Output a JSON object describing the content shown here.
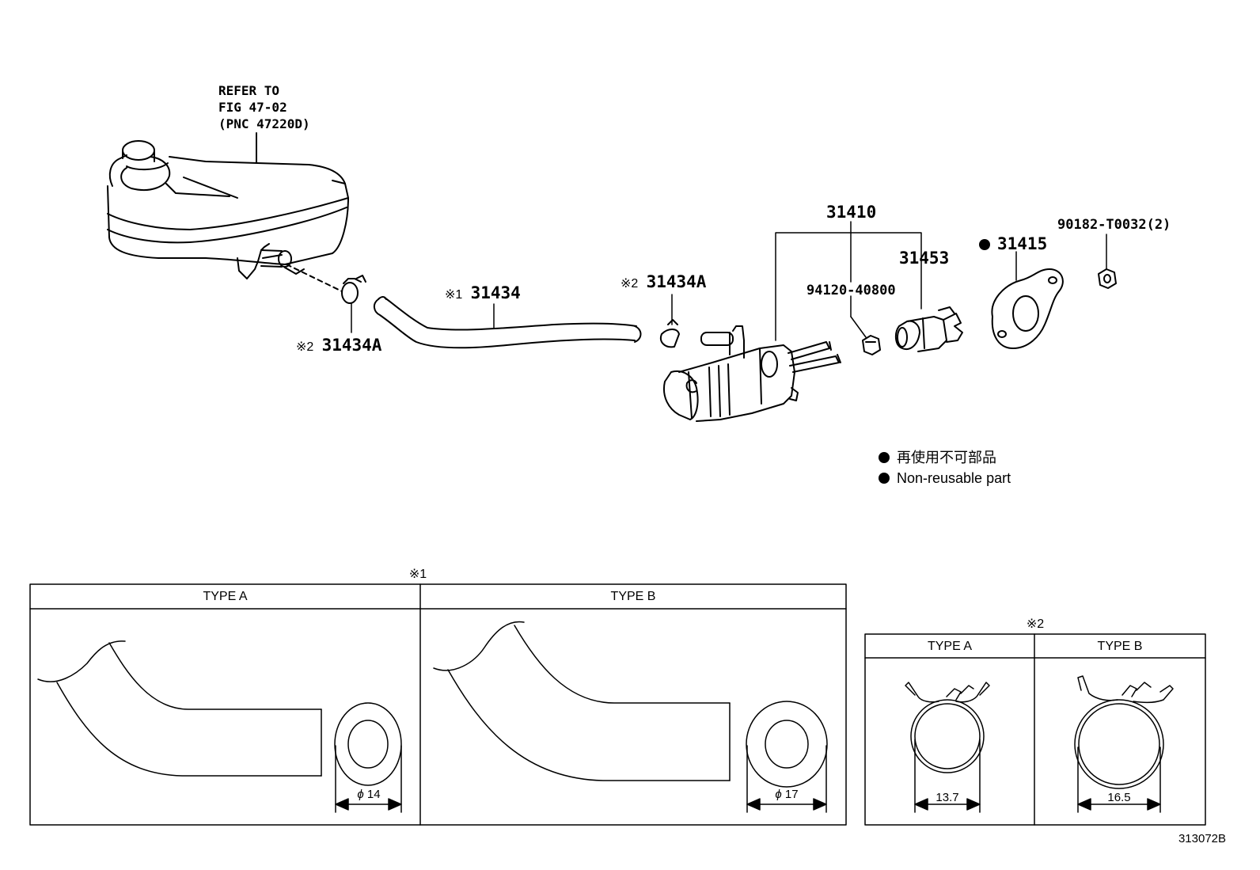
{
  "reference_note": [
    "REFER TO",
    "FIG 47-02",
    "(PNC 47220D)"
  ],
  "parts": {
    "assembly": "31410",
    "hose_ref": "※1",
    "hose": "31434",
    "clamp_ref": "※2",
    "clamp": "31434A",
    "clamp_left_ref": "※2",
    "clamp_left": "31434A",
    "nut_part": "94120-40800",
    "push_rod": "31453",
    "gasket": "31415",
    "bolt": "90182-T0032(2)"
  },
  "legend": {
    "japanese": "再使用不可部品",
    "english": "Non-reusable part"
  },
  "hose_table": {
    "ref": "※1",
    "type_a": "TYPE A",
    "type_b": "TYPE B",
    "dim_a": "14",
    "dim_b": "17",
    "phi": "ϕ"
  },
  "clamp_table": {
    "ref": "※2",
    "type_a": "TYPE A",
    "type_b": "TYPE B",
    "dim_a": "13.7",
    "dim_b": "16.5"
  },
  "figure_id": "313072B"
}
